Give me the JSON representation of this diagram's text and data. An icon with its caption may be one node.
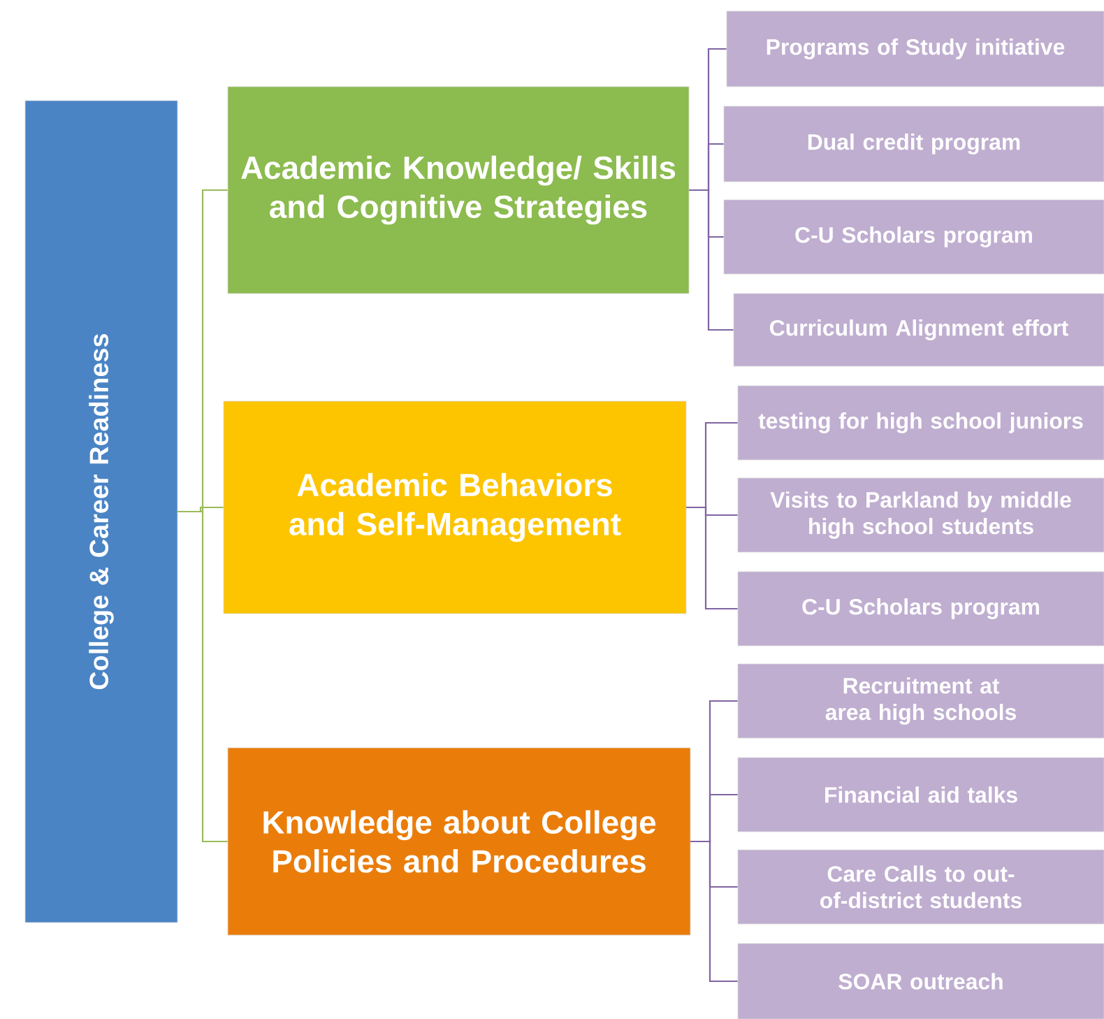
{
  "diagram": {
    "nodes": [
      {
        "text": [
          "College & Career Readiness"
        ]
      },
      {
        "text": [
          "Academic Knowledge/ Skills and Cognitive Strategies"
        ]
      },
      {
        "text": [
          "Academic Behaviors and Self-Management"
        ]
      },
      {
        "text": [
          "Knowledge about College Policies and Procedures"
        ]
      },
      {
        "text": [
          "Programs of Study initiative"
        ]
      },
      {
        "text": [
          "Dual credit program"
        ]
      },
      {
        "text": [
          "C-U Scholars program"
        ]
      },
      {
        "text": [
          "Curriculum Alignment effort"
        ]
      },
      {
        "text": [
          "testing for high school juniors"
        ]
      },
      {
        "text": [
          "Visits to Parkland by middle high school students"
        ]
      },
      {
        "text": [
          "C-U Scholars program"
        ]
      },
      {
        "text": [
          "Recruitment at area high schools"
        ]
      },
      {
        "text": [
          "Financial aid talks"
        ]
      },
      {
        "text": [
          "Care Calls to out-of-district students"
        ]
      },
      {
        "text": [
          "SOAR outreach"
        ]
      }
    ],
    "edges": [
      {
        "from": 0,
        "to": 1,
        "arrow": "none",
        "color": "#9bbb59"
      },
      {
        "from": 0,
        "to": 2,
        "arrow": "none",
        "color": "#9bbb59"
      },
      {
        "from": 0,
        "to": 3,
        "arrow": "none",
        "color": "#9bbb59"
      },
      {
        "from": 1,
        "to": 4,
        "arrow": "none"
      },
      {
        "from": 1,
        "to": 5,
        "arrow": "none"
      },
      {
        "from": 1,
        "to": 6,
        "arrow": "none"
      },
      {
        "from": 1,
        "to": 7,
        "arrow": "none"
      },
      {
        "from": 2,
        "to": 8,
        "arrow": "none"
      },
      {
        "from": 2,
        "to": 9,
        "arrow": "none"
      },
      {
        "from": 2,
        "to": 10,
        "arrow": "none"
      },
      {
        "from": 3,
        "to": 11,
        "arrow": "none"
      },
      {
        "from": 3,
        "to": 12,
        "arrow": "none"
      },
      {
        "from": 3,
        "to": 13,
        "arrow": "none"
      },
      {
        "from": 3,
        "to": 14,
        "arrow": "none"
      }
    ]
  }
}
